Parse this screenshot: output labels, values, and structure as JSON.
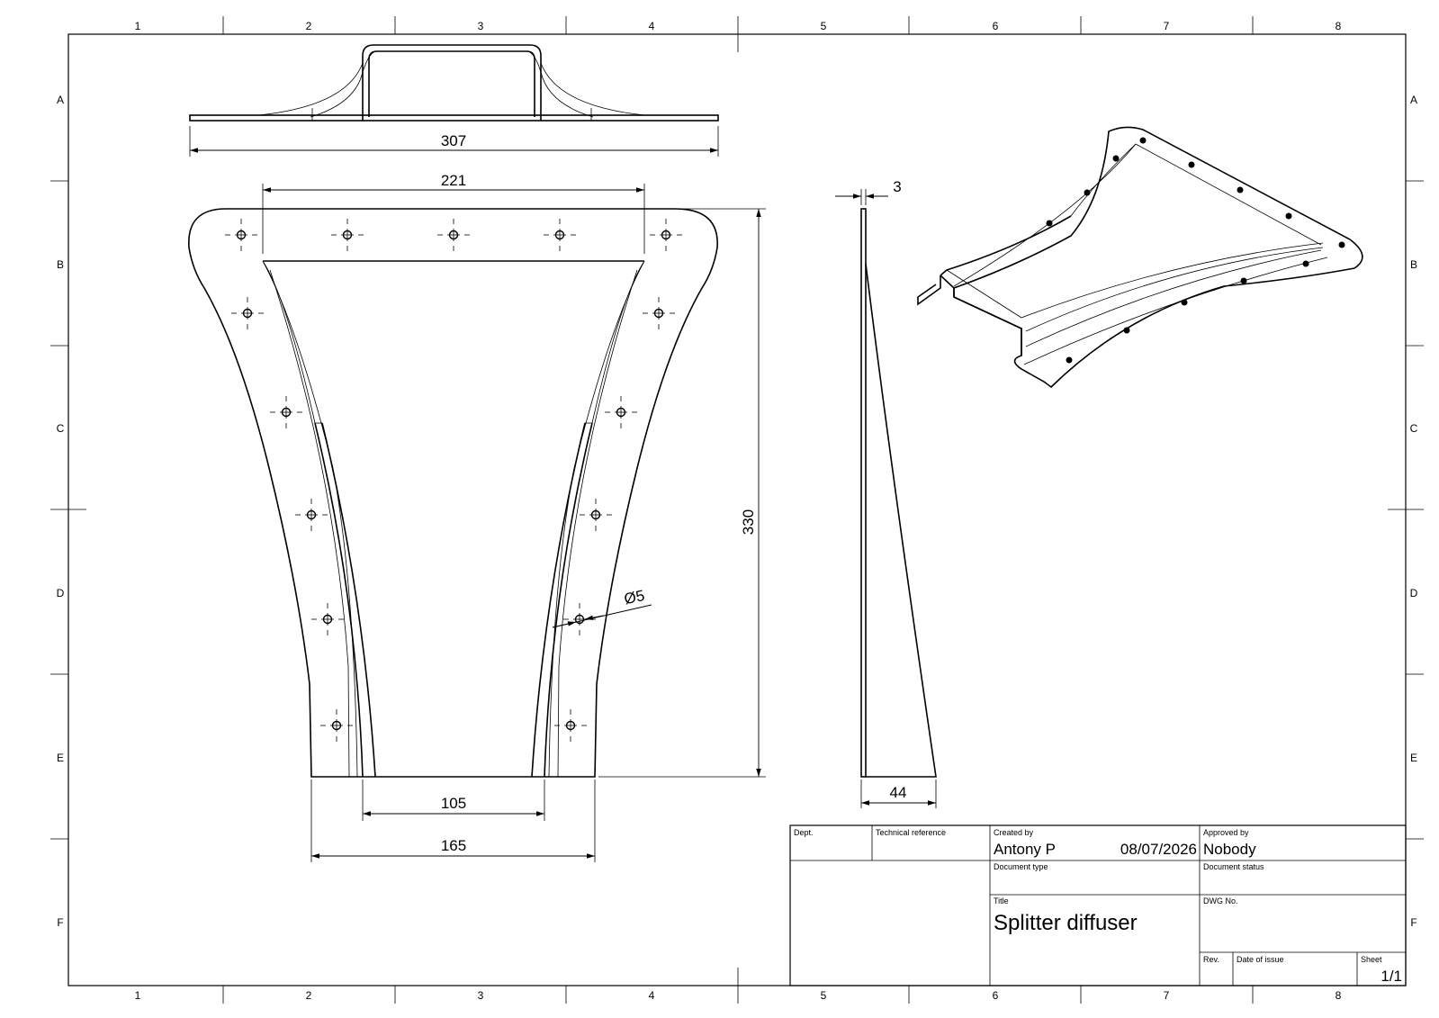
{
  "grid": {
    "columns": [
      "1",
      "2",
      "3",
      "4",
      "5",
      "6",
      "7",
      "8"
    ],
    "rows": [
      "A",
      "B",
      "C",
      "D",
      "E",
      "F"
    ]
  },
  "dimensions": {
    "overall_width": "307",
    "top_opening": "221",
    "height": "330",
    "bottom_inner": "105",
    "bottom_outer": "165",
    "thickness": "3",
    "depth": "44",
    "hole_diameter": "Ø5"
  },
  "title_block": {
    "dept_label": "Dept.",
    "dept_value": "",
    "tech_ref_label": "Technical reference",
    "tech_ref_value": "",
    "created_by_label": "Created by",
    "created_by": "Antony P",
    "date": "08/07/2026",
    "approved_by_label": "Approved by",
    "approved_by": "Nobody",
    "doc_type_label": "Document type",
    "doc_type": "",
    "doc_status_label": "Document status",
    "doc_status": "",
    "title_label": "Title",
    "title": "Splitter diffuser",
    "dwg_no_label": "DWG No.",
    "dwg_no": "",
    "rev_label": "Rev.",
    "rev": "",
    "date_of_issue_label": "Date of issue",
    "date_of_issue": "",
    "sheet_label": "Sheet",
    "sheet": "1/1"
  }
}
